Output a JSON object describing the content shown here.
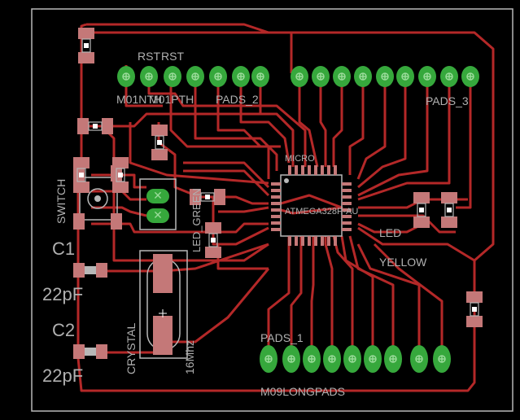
{
  "colors": {
    "background": "#000000",
    "outline": "#b8b8b8",
    "trace": "#b42828",
    "pad": "#36a83c",
    "pad_ring": "#9adb9a",
    "smd_pad": "#c47878",
    "text": "#b0b0b0",
    "cross": "#ffffff"
  },
  "labels": {
    "rst": "RST",
    "rst2": "RST",
    "m01nth": "M01NTH",
    "m01pth": "M01PTH",
    "pads2": "PADS_2",
    "pads3": "PADS_3",
    "micro": "MICRO",
    "atmega": "ATMEGA328P-AU",
    "switch": "SWITCH",
    "c1": "C1",
    "c1_value": "22pF",
    "c2": "C2",
    "c2_value": "22pF",
    "crystal": "CRYSTAL",
    "crystal_value": "16Mhz",
    "led_green": "LED_GREEN",
    "led": "LED",
    "yellow": "YELLOW",
    "pads1": "PADS_1",
    "m09longpads": "M09LONGPADS"
  },
  "icons": {
    "through_hole_pad": "through-hole-pad-icon",
    "smd_resistor": "smd-resistor-icon",
    "crystal": "crystal-icon",
    "switch": "tactile-switch-icon"
  }
}
